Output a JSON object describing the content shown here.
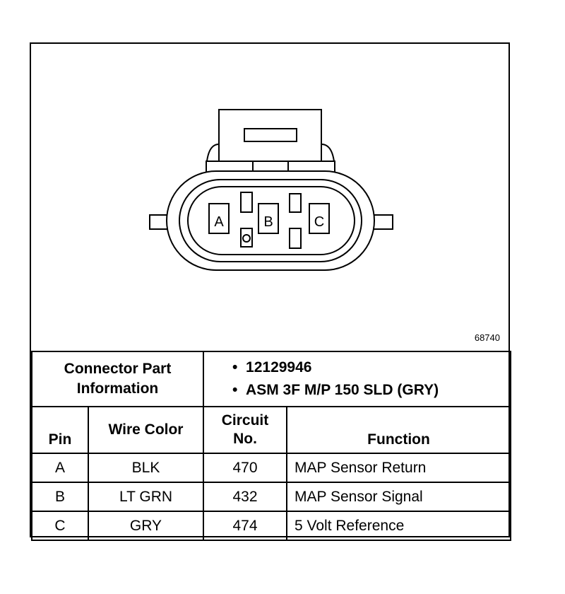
{
  "figure": {
    "pin_labels": [
      "A",
      "B",
      "C"
    ],
    "figure_number": "68740"
  },
  "connector": {
    "label_line1": "Connector Part",
    "label_line2": "Information",
    "part_number": "12129946",
    "description": "ASM 3F M/P 150 SLD (GRY)"
  },
  "table": {
    "headers": {
      "pin": "Pin",
      "wire_color": "Wire Color",
      "circuit_line1": "Circuit",
      "circuit_line2": "No.",
      "function": "Function"
    },
    "rows": [
      {
        "pin": "A",
        "wire_color": "BLK",
        "circuit": "470",
        "function": "MAP Sensor Return"
      },
      {
        "pin": "B",
        "wire_color": "LT GRN",
        "circuit": "432",
        "function": "MAP Sensor Signal"
      },
      {
        "pin": "C",
        "wire_color": "GRY",
        "circuit": "474",
        "function": "5 Volt Reference"
      }
    ]
  }
}
